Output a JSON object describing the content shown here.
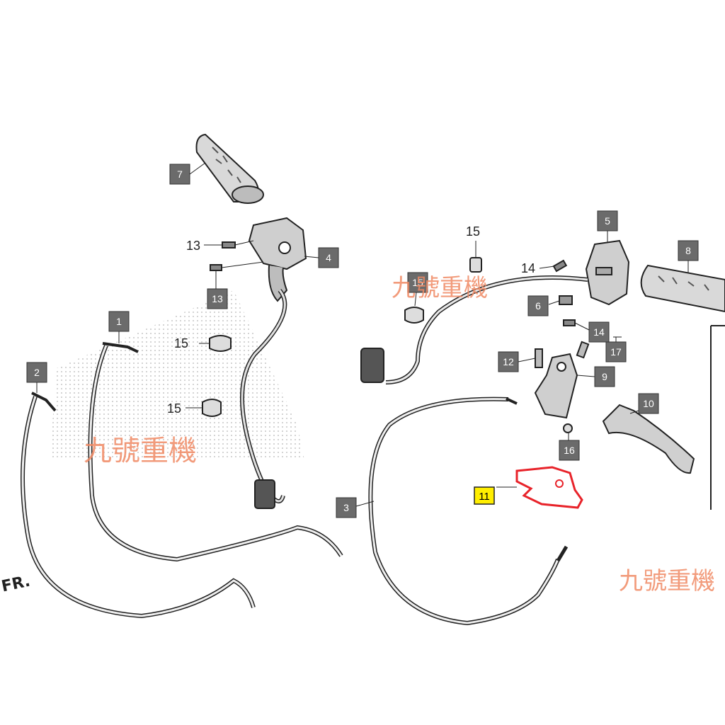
{
  "parts": {
    "p1": "1",
    "p2": "2",
    "p3": "3",
    "p4": "4",
    "p5": "5",
    "p6": "6",
    "p7": "7",
    "p8": "8",
    "p9": "9",
    "p10": "10",
    "p11": "11",
    "p12": "12",
    "p13a": "13",
    "p13b": "13",
    "p14a": "14",
    "p14b": "14",
    "p15a": "15",
    "p15b": "15",
    "p15c": "15",
    "p15d": "15",
    "p16": "16",
    "p17": "17"
  },
  "watermark": {
    "text": "九號重機"
  },
  "direction_label": "FR.",
  "colors": {
    "label_box": "#6b6b6b",
    "highlight_box": "#ffee00",
    "highlight_part": "#e8232a",
    "watermark": "#f08a64"
  }
}
